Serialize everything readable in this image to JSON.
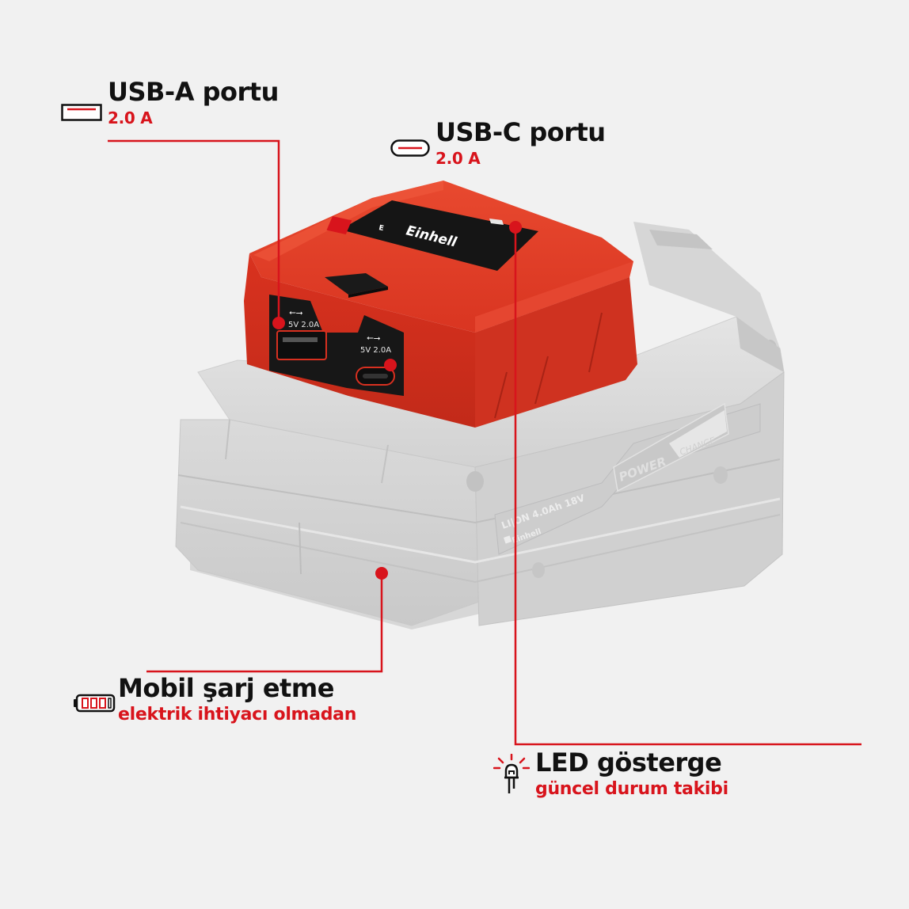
{
  "colors": {
    "background": "#f1f1f1",
    "accent_red": "#d8141c",
    "title_text": "#111111",
    "adapter_red": "#dc3a26",
    "battery_gray": "#d4d4d4"
  },
  "callouts": [
    {
      "id": "usb-a",
      "icon": "usb-a-port-icon",
      "title": "USB-A portu",
      "subtitle": "2.0 A"
    },
    {
      "id": "usb-c",
      "icon": "usb-c-port-icon",
      "title": "USB-C portu",
      "subtitle": "2.0 A"
    },
    {
      "id": "mobile-charging",
      "icon": "battery-icon",
      "title": "Mobil şarj etme",
      "subtitle": "elektrik ihtiyacı olmadan"
    },
    {
      "id": "led-indicator",
      "icon": "led-icon",
      "title": "LED gösterge",
      "subtitle": "güncel durum takibi"
    }
  ],
  "product": {
    "adapter_brand": "Einhell",
    "port_a_label": "5V 2.0A",
    "port_c_label": "5V 2.0A",
    "battery_spec": "LI|ON 4.0Ah 18V",
    "battery_brand": "Einhell",
    "battery_series_left": "POWER",
    "battery_series_right": "CHANGE"
  }
}
